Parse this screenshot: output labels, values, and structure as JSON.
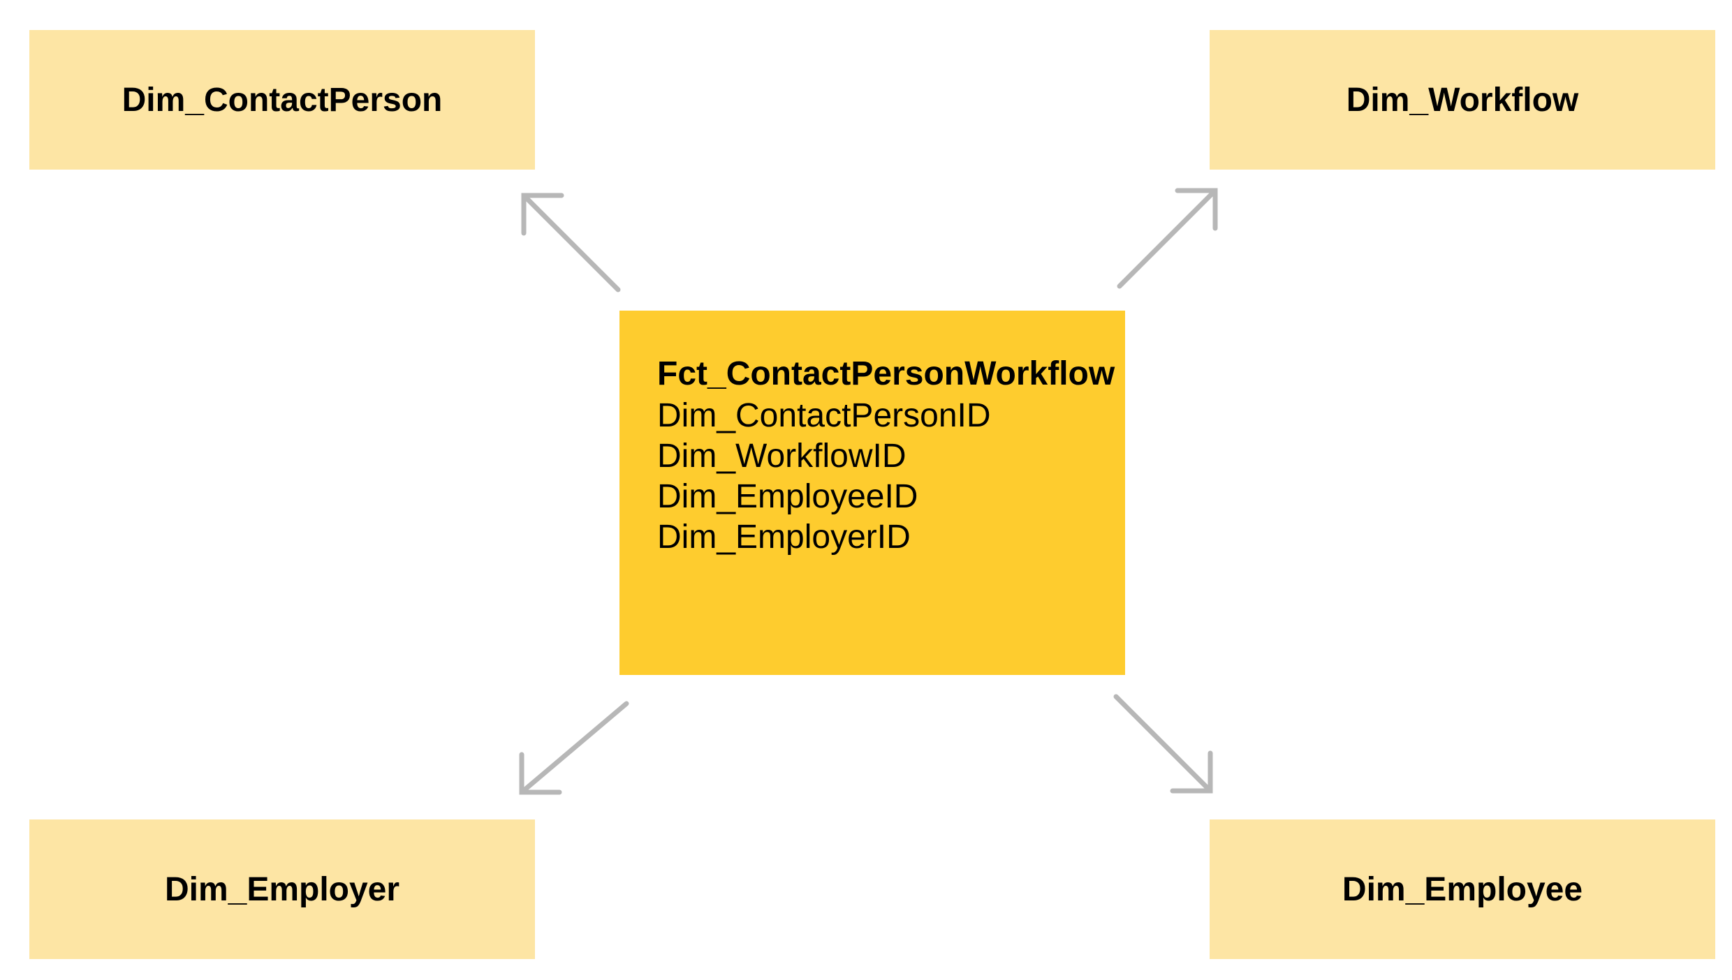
{
  "dimensions": {
    "contact_person": "Dim_ContactPerson",
    "workflow": "Dim_Workflow",
    "employer": "Dim_Employer",
    "employee": "Dim_Employee"
  },
  "fact": {
    "title": "Fct_ContactPersonWorkflow",
    "fields": [
      "Dim_ContactPersonID",
      "Dim_WorkflowID",
      "Dim_EmployeeID",
      "Dim_EmployerID"
    ]
  },
  "colors": {
    "dimension_fill": "#fde5a4",
    "fact_fill": "#fecc2e",
    "arrow": "#b7b7b7"
  },
  "edges": [
    {
      "from": "fact",
      "to": "contact_person"
    },
    {
      "from": "fact",
      "to": "workflow"
    },
    {
      "from": "fact",
      "to": "employer"
    },
    {
      "from": "fact",
      "to": "employee"
    }
  ]
}
